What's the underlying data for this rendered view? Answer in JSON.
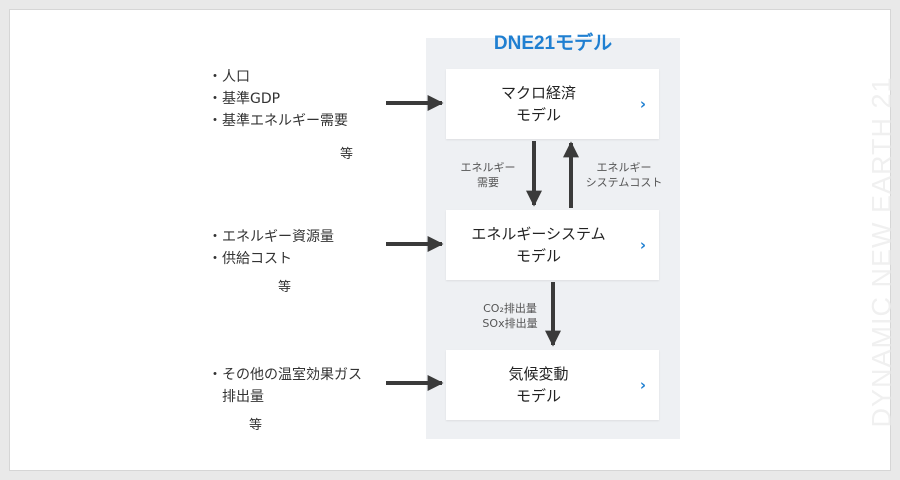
{
  "watermark": "DYNAMIC NEW EARTH 21",
  "panel_title": "DNE21モデル",
  "models": [
    {
      "label": "マクロ経済\nモデル",
      "chevron": "›"
    },
    {
      "label": "エネルギーシステム\nモデル",
      "chevron": "›"
    },
    {
      "label": "気候変動\nモデル",
      "chevron": "›"
    }
  ],
  "inputs": [
    {
      "items": [
        "・人口",
        "・基準GDP",
        "・基準エネルギー需要"
      ],
      "etc": "等"
    },
    {
      "items": [
        "・エネルギー資源量",
        "・供給コスト"
      ],
      "etc": "等"
    },
    {
      "items": [
        "・その他の温室効果ガス",
        "　排出量"
      ],
      "etc": "等"
    }
  ],
  "flows": {
    "energy_demand": [
      "エネルギー",
      "需要"
    ],
    "system_cost": [
      "エネルギー",
      "システムコスト"
    ],
    "emissions": [
      "CO₂排出量",
      "SOx排出量"
    ]
  },
  "colors": {
    "accent": "#1f7fd1",
    "arrow": "#3a3a3a",
    "panel": "#eef0f3"
  }
}
